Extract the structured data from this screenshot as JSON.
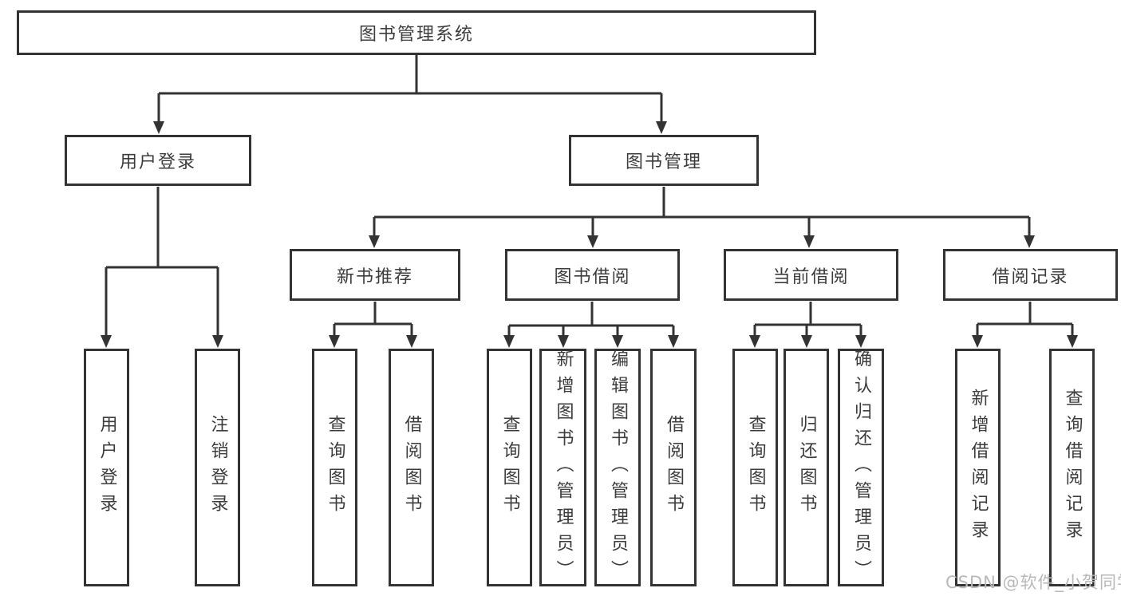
{
  "diagram": {
    "title": "图书管理系统",
    "nodes": {
      "root": {
        "label": "图书管理系统"
      },
      "user_login": {
        "label": "用户登录"
      },
      "book_mgmt": {
        "label": "图书管理"
      },
      "new_book_rec": {
        "label": "新书推荐"
      },
      "book_borrow": {
        "label": "图书借阅"
      },
      "current_borrow": {
        "label": "当前借阅"
      },
      "borrow_records": {
        "label": "借阅记录"
      },
      "leaf_user_login": {
        "label": "用户登录"
      },
      "leaf_logout": {
        "label": "注销登录"
      },
      "leaf_query_book_1": {
        "label": "查询图书"
      },
      "leaf_borrow_book_1": {
        "label": "借阅图书"
      },
      "leaf_query_book_2": {
        "label": "查询图书"
      },
      "leaf_add_book": {
        "label": "新增图书（管理员）"
      },
      "leaf_edit_book": {
        "label": "编辑图书（管理员）"
      },
      "leaf_borrow_book_2": {
        "label": "借阅图书"
      },
      "leaf_query_book_3": {
        "label": "查询图书"
      },
      "leaf_return_book": {
        "label": "归还图书"
      },
      "leaf_confirm_return": {
        "label": "确认归还（管理员）"
      },
      "leaf_add_borrow_record": {
        "label": "新增借阅记录"
      },
      "leaf_query_borrow_record": {
        "label": "查询借阅记录"
      }
    },
    "colors": {
      "line": "#333333",
      "text": "#3c3c3c",
      "watermark": "#b8b8b8",
      "background": "#ffffff"
    },
    "watermark": {
      "text": "CSDN @软件_小贺同学"
    }
  }
}
